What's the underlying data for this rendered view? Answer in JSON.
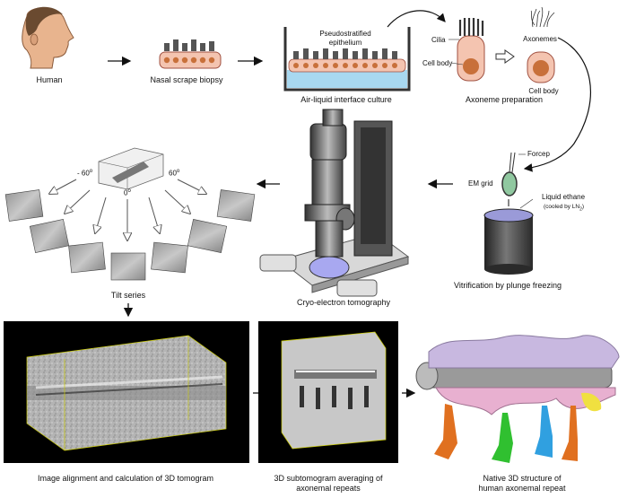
{
  "labels": {
    "human": "Human",
    "biopsy": "Nasal scrape biopsy",
    "epithelium_line1": "Pseudostratified",
    "epithelium_line2": "epithelium",
    "ali_culture": "Air-liquid interface culture",
    "cilia": "Cilia",
    "cell_body_left": "Cell body",
    "axonemes": "Axonemes",
    "cell_body_right": "Cell body",
    "axoneme_prep": "Axoneme preparation",
    "forcep": "Forcep",
    "em_grid": "EM grid",
    "liquid_ethane": "Liquid ethane",
    "cooled_by": "(cooled by LN",
    "cooled_sub": "2",
    "cooled_close": ")",
    "vitrification": "Vitrification by plunge freezing",
    "cryo_et": "Cryo-electron tomography",
    "angle_neg": "- 60",
    "angle_zero": "0",
    "angle_pos": "60",
    "degree": "o",
    "tilt_series": "Tilt series",
    "tomogram": "Image alignment and calculation of 3D tomogram",
    "subtomo_line1": "3D subtomogram averaging of",
    "subtomo_line2": "axonemal repeats",
    "native_line1": "Native 3D structure of",
    "native_line2": "human axonemal repeat"
  },
  "colors": {
    "skin": "#e8b48e",
    "cell_fill": "#f4c4b0",
    "nucleus": "#c8703a",
    "medium": "#a8d8f0",
    "arrow": "#111111",
    "density_pink": "#e8b0d0",
    "density_lilac": "#c8b8e0",
    "density_orange": "#e07020",
    "density_green": "#30c030",
    "density_blue": "#30a0e0",
    "density_yellow": "#f0e040"
  }
}
